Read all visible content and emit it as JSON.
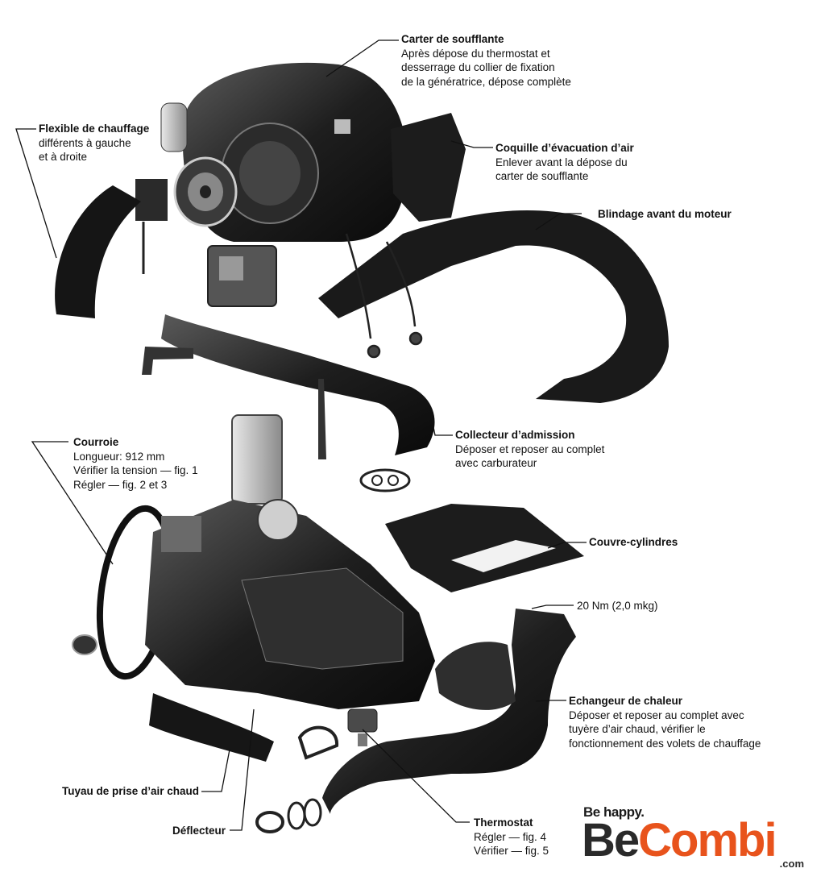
{
  "labels": {
    "carter": {
      "title": "Carter de soufflante",
      "lines": [
        "Après dépose du thermostat et",
        "desserrage du collier de fixation",
        "de la génératrice, dépose complète"
      ]
    },
    "flexible": {
      "title": "Flexible de chauffage",
      "lines": [
        "différents à gauche",
        "et à droite"
      ]
    },
    "coquille": {
      "title": "Coquille d’évacuation d’air",
      "lines": [
        "Enlever avant la dépose du",
        "carter de soufflante"
      ]
    },
    "blindage": {
      "title": "Blindage avant du moteur"
    },
    "collecteur": {
      "title": "Collecteur d’admission",
      "lines": [
        "Déposer et reposer au complet",
        "avec carburateur"
      ]
    },
    "courroie": {
      "title": "Courroie",
      "lines": [
        "Longueur: 912 mm",
        "Vérifier la tension — fig. 1",
        "Régler — fig. 2 et 3"
      ]
    },
    "couvre": {
      "title": "Couvre-cylindres"
    },
    "torque": {
      "text": "20 Nm (2,0 mkg)"
    },
    "echangeur": {
      "title": "Echangeur de chaleur",
      "lines": [
        "Déposer et reposer au complet avec",
        "tuyère d’air chaud, vérifier le",
        "fonctionnement des volets de chauffage"
      ]
    },
    "tuyau": {
      "title": "Tuyau de prise d’air chaud"
    },
    "deflecteur": {
      "title": "Déflecteur"
    },
    "thermostat": {
      "title": "Thermostat",
      "lines": [
        "Régler — fig. 4",
        "Vérifier — fig. 5"
      ]
    }
  },
  "logo": {
    "tagline": "Be happy.",
    "brand_be": "Be",
    "brand_combi": "Combi",
    "domain": ".com",
    "accent_color": "#e8531c"
  }
}
